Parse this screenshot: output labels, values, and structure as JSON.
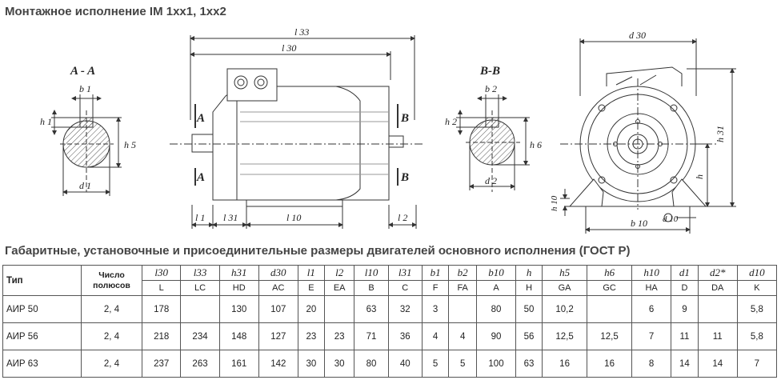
{
  "heading": "Монтажное исполнение IM 1xx1, 1xx2",
  "drawing": {
    "sections": {
      "aa": "A - A",
      "bb": "B-B"
    },
    "markers": {
      "a": "A",
      "b": "B"
    },
    "dims_aa": {
      "b1": "b 1",
      "h1": "h 1",
      "h5": "h 5",
      "d1": "d 1"
    },
    "dims_bb": {
      "b2": "b 2",
      "h2": "h 2",
      "h6": "h 6",
      "d2": "d 2"
    },
    "dims_side": {
      "l33": "l 33",
      "l30": "l 30",
      "l1": "l 1",
      "l31": "l 31",
      "l10": "l 10",
      "l2": "l 2"
    },
    "dims_front": {
      "d30": "d 30",
      "h31": "h 31",
      "h": "h",
      "h10": "h 10",
      "b10": "b 10",
      "d10": "d 10"
    }
  },
  "table_title": "Габаритные, установочные и присоединительные размеры двигателей основного исполнения  (ГОСТ Р)",
  "table": {
    "type_header": "Тип",
    "poles_header": "Число полюсов",
    "symbols": [
      "l30",
      "l33",
      "h31",
      "d30",
      "l1",
      "l2",
      "l10",
      "l31",
      "b1",
      "b2",
      "b10",
      "h",
      "h5",
      "h6",
      "h10",
      "d1",
      "d2*",
      "d10"
    ],
    "codes": [
      "L",
      "LC",
      "HD",
      "AC",
      "E",
      "EA",
      "B",
      "C",
      "F",
      "FA",
      "A",
      "H",
      "GA",
      "GC",
      "HA",
      "D",
      "DA",
      "K"
    ],
    "rows": [
      {
        "type": "АИР 50",
        "poles": "2, 4",
        "values": [
          "178",
          "",
          "130",
          "107",
          "20",
          "",
          "63",
          "32",
          "3",
          "",
          "80",
          "50",
          "10,2",
          "",
          "6",
          "9",
          "",
          "5,8"
        ]
      },
      {
        "type": "АИР 56",
        "poles": "2, 4",
        "values": [
          "218",
          "234",
          "148",
          "127",
          "23",
          "23",
          "71",
          "36",
          "4",
          "4",
          "90",
          "56",
          "12,5",
          "12,5",
          "7",
          "11",
          "11",
          "5,8"
        ]
      },
      {
        "type": "АИР 63",
        "poles": "2, 4",
        "values": [
          "237",
          "263",
          "161",
          "142",
          "30",
          "30",
          "80",
          "40",
          "5",
          "5",
          "100",
          "63",
          "16",
          "16",
          "8",
          "14",
          "14",
          "7"
        ]
      }
    ]
  }
}
